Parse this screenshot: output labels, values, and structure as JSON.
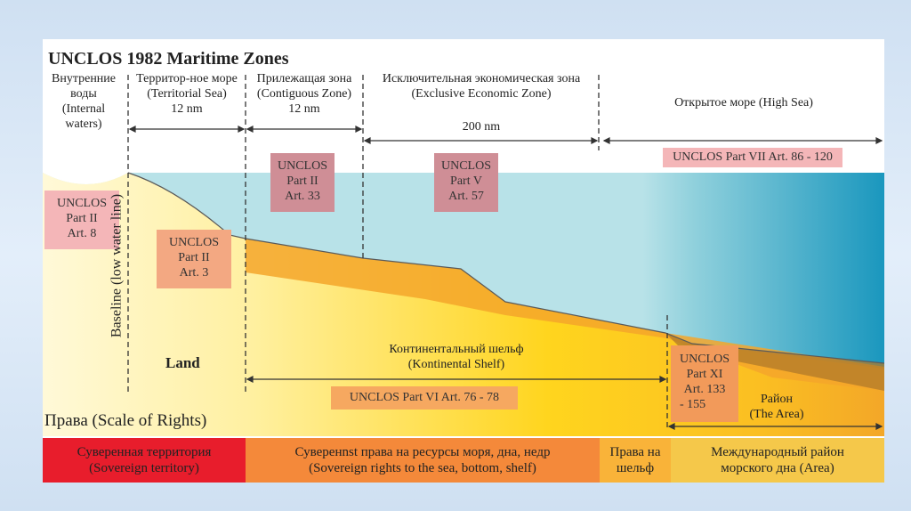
{
  "title": "UNCLOS 1982 Maritime Zones",
  "zones": {
    "internal": {
      "ru": "Внутренние воды",
      "en": "(Internal waters)"
    },
    "territorial": {
      "ru": "Территор-ное море",
      "en": "(Territorial Sea)",
      "width": "12 nm"
    },
    "contiguous": {
      "ru": "Прилежащая зона",
      "en": "(Contiguous Zone)",
      "width": "12 nm"
    },
    "eez": {
      "ru": "Исключительная экономическая зона",
      "en": "(Exclusive Economic Zone)",
      "width": "200 nm"
    },
    "high_sea": {
      "label": "Открытое море (High Sea)"
    }
  },
  "articles": {
    "part7": "UNCLOS Part VII Art. 86 - 120",
    "part2_art8": [
      "UNCLOS",
      "Part II",
      "Art. 8"
    ],
    "part2_art3": [
      "UNCLOS",
      "Part II",
      "Art. 3"
    ],
    "part2_art33": [
      "UNCLOS",
      "Part II",
      "Art. 33"
    ],
    "part5_art57": [
      "UNCLOS",
      "Part V",
      "Art. 57"
    ],
    "part6": "UNCLOS Part VI Art. 76 - 78",
    "part11": [
      "UNCLOS",
      "Part XI",
      "Art. 133",
      "- 155"
    ]
  },
  "labels": {
    "baseline": "Baseline (low water line)",
    "land": "Land",
    "shelf_ru": "Континентальный шельф",
    "shelf_en": "(Kontinental Shelf)",
    "area_ru": "Район",
    "area_en": "(The Area)",
    "rights": "Права (Scale of Rights)"
  },
  "rights": {
    "sovereign": {
      "ru": "Суверенная территория",
      "en": "(Sovereign territory)"
    },
    "resources": {
      "ru": "Суверенnst права на ресурсы моря, дна, недр",
      "en": "(Sovereign rights to the sea, bottom, shelf)"
    },
    "shelf": {
      "l1": "Права на",
      "l2": "шельф"
    },
    "intl": {
      "l1": "Международный район",
      "l2": "морского дна (Area)"
    }
  },
  "colors": {
    "sea_light": "#b5e0e6",
    "sea_deep": "#1b96bd",
    "sovereign": "#e81d2c",
    "resources": "#f4893a",
    "shelf_rights": "#f9b339",
    "area_rights": "#f5c84a"
  }
}
